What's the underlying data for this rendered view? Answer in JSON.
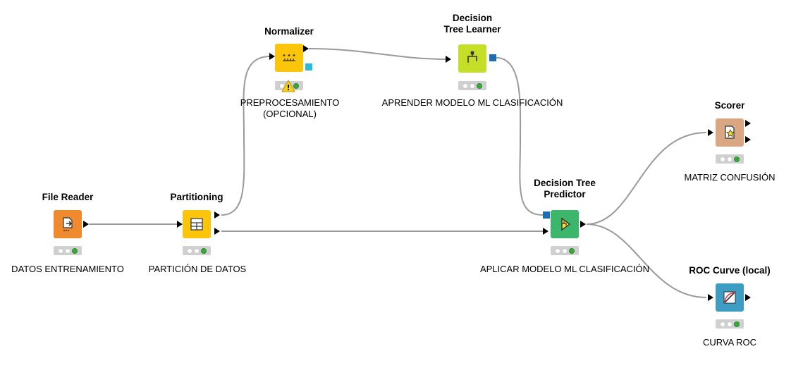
{
  "colors": {
    "source_orange": "#f08a2e",
    "manipulator_yellow": "#fcc40a",
    "learner_green": "#c5de28",
    "predictor_green": "#3cb66a",
    "other_tan": "#d9a882",
    "visualizer_blue": "#3e9dc3",
    "model_port_blue": "#1a6eb4",
    "pmml_port_cyan": "#2db8dc",
    "warning_yellow": "#f7d31a",
    "wire_gray": "#9a9a9a"
  },
  "nodes": {
    "file_reader": {
      "title": "File Reader",
      "annotation": "DATOS ENTRENAMIENTO",
      "icon": "file-reader-icon"
    },
    "partitioning": {
      "title": "Partitioning",
      "annotation": "PARTICIÓN DE DATOS",
      "icon": "partitioning-icon"
    },
    "normalizer": {
      "title": "Normalizer",
      "annotation_line1": "PREPROCESAMIENTO",
      "annotation_line2": "(OPCIONAL)",
      "icon": "normalizer-icon",
      "warning": "!"
    },
    "dt_learner": {
      "title_line1": "Decision",
      "title_line2": "Tree Learner",
      "annotation": "APRENDER MODELO ML CLASIFICACIÓN",
      "icon": "tree-learner-icon"
    },
    "dt_predictor": {
      "title_line1": "Decision Tree",
      "title_line2": "Predictor",
      "annotation": "APLICAR MODELO ML CLASIFICACIÓN",
      "icon": "tree-predictor-icon"
    },
    "scorer": {
      "title": "Scorer",
      "annotation": "MATRIZ CONFUSIÓN",
      "icon": "scorer-icon"
    },
    "roc": {
      "title": "ROC Curve (local)",
      "annotation": "CURVA ROC",
      "icon": "roc-curve-icon"
    }
  }
}
